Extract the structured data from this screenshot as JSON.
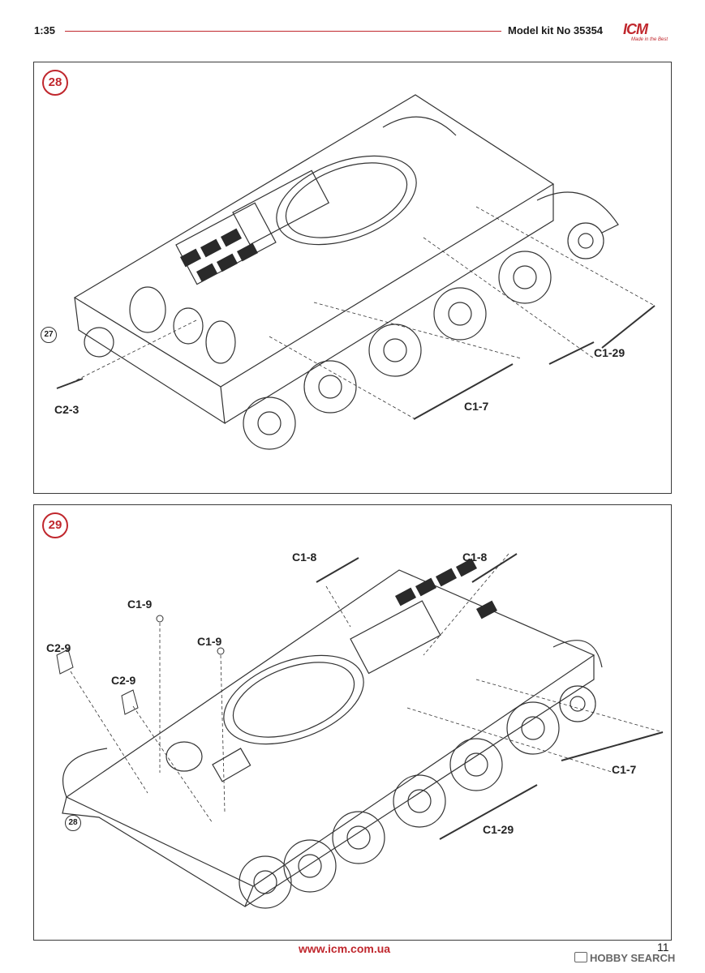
{
  "header": {
    "scale": "1:35",
    "kit_title": "Model kit No 35354",
    "logo": "ICM",
    "logo_tagline": "Made in the Best"
  },
  "steps": [
    {
      "number": "28",
      "ref_step": "27",
      "parts": [
        "C2-3",
        "C1-7",
        "C1-29"
      ]
    },
    {
      "number": "29",
      "ref_step": "28",
      "parts": [
        "C1-8",
        "C1-8",
        "C1-9",
        "C2-9",
        "C1-9",
        "C2-9",
        "C1-7",
        "C1-29"
      ]
    }
  ],
  "footer": {
    "website": "www.icm.com.ua",
    "page": "11"
  },
  "watermark": "HOBBY SEARCH"
}
